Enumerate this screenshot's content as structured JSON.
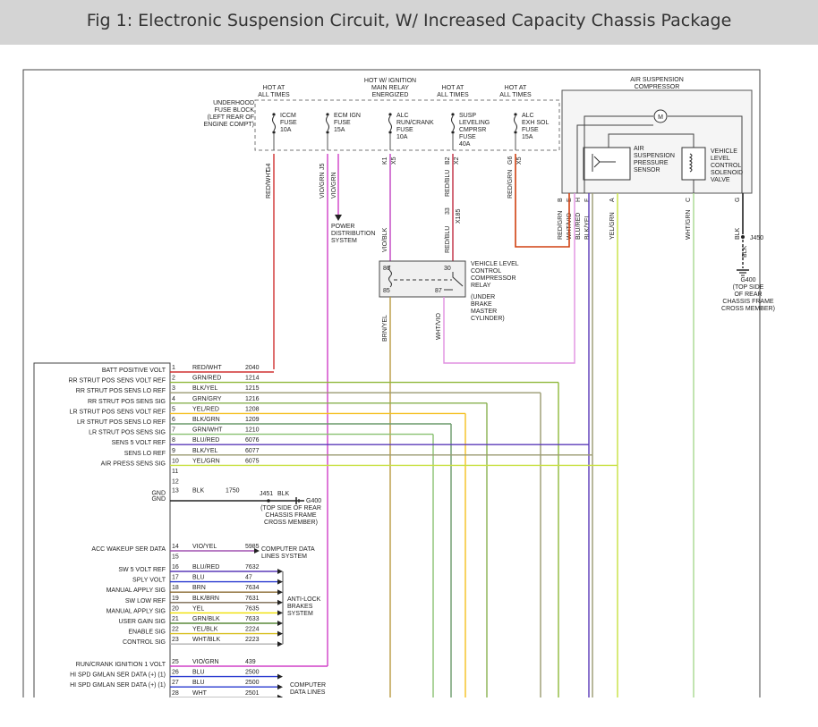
{
  "title": "Fig 1: Electronic Suspension Circuit, W/ Increased Capacity Chassis Package",
  "fuse_block": {
    "label": [
      "UNDERHOOD",
      "FUSE BLOCK"
    ],
    "location": [
      "(LEFT REAR OF",
      "ENGINE COMPT)"
    ],
    "hot_at_all_times": [
      "HOT AT",
      "ALL TIMES"
    ],
    "hot_ignition": [
      "HOT W/ IGNITION",
      "MAIN RELAY",
      "ENERGIZED"
    ],
    "fuses": [
      {
        "lines": [
          "ICCM",
          "FUSE",
          "10A"
        ],
        "conn": "G4",
        "wire": "RED/WHT"
      },
      {
        "lines": [
          "ECM IGN",
          "FUSE",
          "15A"
        ],
        "conn": "J5",
        "wire": "VIO/GRN"
      },
      {
        "lines": [
          "ALC",
          "RUN/CRANK",
          "FUSE",
          "10A"
        ],
        "conn": "K1",
        "conn2": "X5",
        "wire": "VIO/BLK"
      },
      {
        "lines": [
          "SUSP",
          "LEVELING",
          "CMPRSR",
          "FUSE",
          "40A"
        ],
        "conn": "B2",
        "conn2": "X2",
        "wire": "RED/BLU"
      },
      {
        "lines": [
          "ALC",
          "EXH SOL",
          "FUSE",
          "15A"
        ],
        "conn": "G6",
        "conn2": "X5",
        "wire": "RED/GRN"
      }
    ],
    "wire2_extra": "VIO/GRN"
  },
  "power_dist": [
    "POWER",
    "DISTRIBUTION",
    "SYSTEM"
  ],
  "relay_wire": {
    "pin": "33",
    "conn": "X185",
    "wire": "RED/BLU"
  },
  "relay": {
    "label": [
      "VEHICLE LEVEL",
      "CONTROL",
      "COMPRESSOR",
      "RELAY"
    ],
    "location": [
      "(UNDER",
      "BRAKE",
      "MASTER",
      "CYLINDER)"
    ],
    "pins": [
      "86",
      "85",
      "30",
      "87"
    ],
    "out_wire1": "BRN/YEL",
    "out_wire2": "WHT/VIO"
  },
  "compressor": {
    "label": [
      "AIR SUSPENSION",
      "COMPRESSOR"
    ],
    "motor": "M",
    "sensor": [
      "AIR",
      "SUSPENSION",
      "PRESSURE",
      "SENSOR"
    ],
    "valve": [
      "VEHICLE",
      "LEVEL",
      "CONTROL",
      "SOLENOID",
      "VALVE"
    ],
    "pins": [
      "B",
      "E",
      "H",
      "F",
      "A",
      "C",
      "G"
    ],
    "wires": [
      "RED/GRN",
      "WHT/VIO",
      "BLU/RED",
      "BLK/YEL",
      "YEL/GRN",
      "WHT/GRN",
      "BLK"
    ]
  },
  "ground_j450": {
    "j": "J450",
    "wire": "BLK",
    "g": "G400",
    "location": [
      "(TOP SIDE",
      "OF REAR",
      "CHASSIS FRAME",
      "CROSS MEMBER)"
    ]
  },
  "module_pins": [
    {
      "num": "1",
      "label": "BATT POSITIVE VOLT",
      "wire": "RED/WHT",
      "circuit": "2040"
    },
    {
      "num": "2",
      "label": "RR STRUT POS SENS VOLT REF",
      "wire": "GRN/RED",
      "circuit": "1214"
    },
    {
      "num": "3",
      "label": "RR STRUT POS SENS LO REF",
      "wire": "BLK/YEL",
      "circuit": "1215"
    },
    {
      "num": "4",
      "label": "RR STRUT POS SENS SIG",
      "wire": "GRN/GRY",
      "circuit": "1216"
    },
    {
      "num": "5",
      "label": "LR STRUT POS SENS VOLT REF",
      "wire": "YEL/RED",
      "circuit": "1208"
    },
    {
      "num": "6",
      "label": "LR STRUT POS SENS LO REF",
      "wire": "BLK/GRN",
      "circuit": "1209"
    },
    {
      "num": "7",
      "label": "LR STRUT POS SENS SIG",
      "wire": "GRN/WHT",
      "circuit": "1210"
    },
    {
      "num": "8",
      "label": "SENS 5 VOLT REF",
      "wire": "BLU/RED",
      "circuit": "6076"
    },
    {
      "num": "9",
      "label": "SENS LO REF",
      "wire": "BLK/YEL",
      "circuit": "6077"
    },
    {
      "num": "10",
      "label": "AIR PRESS SENS SIG",
      "wire": "YEL/GRN",
      "circuit": "6075"
    },
    {
      "num": "11",
      "label": "",
      "wire": "",
      "circuit": ""
    },
    {
      "num": "12",
      "label": "",
      "wire": "",
      "circuit": ""
    },
    {
      "num": "13",
      "label": "GND",
      "wire": "BLK",
      "circuit": "1750"
    },
    {
      "num": "14",
      "label": "ACC WAKEUP SER DATA",
      "wire": "VIO/YEL",
      "circuit": "5985"
    },
    {
      "num": "15",
      "label": "",
      "wire": "",
      "circuit": ""
    },
    {
      "num": "16",
      "label": "SW 5 VOLT REF",
      "wire": "BLU/RED",
      "circuit": "7632"
    },
    {
      "num": "17",
      "label": "SPLY VOLT",
      "wire": "BLU",
      "circuit": "47"
    },
    {
      "num": "18",
      "label": "MANUAL APPLY SIG",
      "wire": "BRN",
      "circuit": "7634"
    },
    {
      "num": "19",
      "label": "SW LOW REF",
      "wire": "BLK/BRN",
      "circuit": "7631"
    },
    {
      "num": "20",
      "label": "MANUAL APPLY SIG",
      "wire": "YEL",
      "circuit": "7635"
    },
    {
      "num": "21",
      "label": "USER GAIN SIG",
      "wire": "GRN/BLK",
      "circuit": "7633"
    },
    {
      "num": "22",
      "label": "ENABLE SIG",
      "wire": "YEL/BLK",
      "circuit": "2224"
    },
    {
      "num": "23",
      "label": "CONTROL SIG",
      "wire": "WHT/BLK",
      "circuit": "2223"
    },
    {
      "num": "25",
      "label": "RUN/CRANK IGNITION 1 VOLT",
      "wire": "VIO/GRN",
      "circuit": "439"
    },
    {
      "num": "26",
      "label": "HI SPD GMLAN SER DATA (+) (1)",
      "wire": "BLU",
      "circuit": "2500"
    },
    {
      "num": "27",
      "label": "HI SPD GMLAN SER DATA (+) (1)",
      "wire": "BLU",
      "circuit": "2500"
    },
    {
      "num": "28",
      "label": "",
      "wire": "WHT",
      "circuit": "2501"
    }
  ],
  "gnd13": {
    "j": "J451",
    "wire": "BLK",
    "g": "G400",
    "location": [
      "(TOP SIDE OF REAR",
      "CHASSIS FRAME",
      "CROSS MEMBER)"
    ]
  },
  "computer_data_lines": [
    "COMPUTER DATA",
    "LINES SYSTEM"
  ],
  "anti_lock": [
    "ANTI-LOCK",
    "BRAKES",
    "SYSTEM"
  ],
  "computer_data_lines2": [
    "COMPUTER",
    "DATA LINES"
  ],
  "colors": {
    "RED/WHT": "#d03030",
    "GRN/RED": "#8fb83a",
    "BLK/YEL": "#9a9a70",
    "GRN/GRY": "#88b050",
    "YEL/RED": "#f4c020",
    "BLK/GRN": "#6a9a6a",
    "GRN/WHT": "#88c070",
    "BLU/RED": "#5a3ab8",
    "YEL/GRN": "#c8e040",
    "VIO/GRN": "#d040c8",
    "VIO/BLK": "#c040c0",
    "RED/BLU": "#c02a40",
    "RED/GRN": "#d04010",
    "WHT/VIO": "#e090e0",
    "WHT/GRN": "#a8d890",
    "BLK": "#222222",
    "BLU": "#2a3ad0",
    "BRN": "#8a6a30",
    "BLK/BRN": "#7a6a50",
    "YEL": "#f0e000",
    "GRN/BLK": "#5a8a3a",
    "YEL/BLK": "#d8c020",
    "WHT/BLK": "#b0b0b0",
    "WHT": "#bbbbbb",
    "BRN/YEL": "#b89a40",
    "VIO/YEL": "#a050b0",
    "accent_blue": "#4a6fb0"
  }
}
